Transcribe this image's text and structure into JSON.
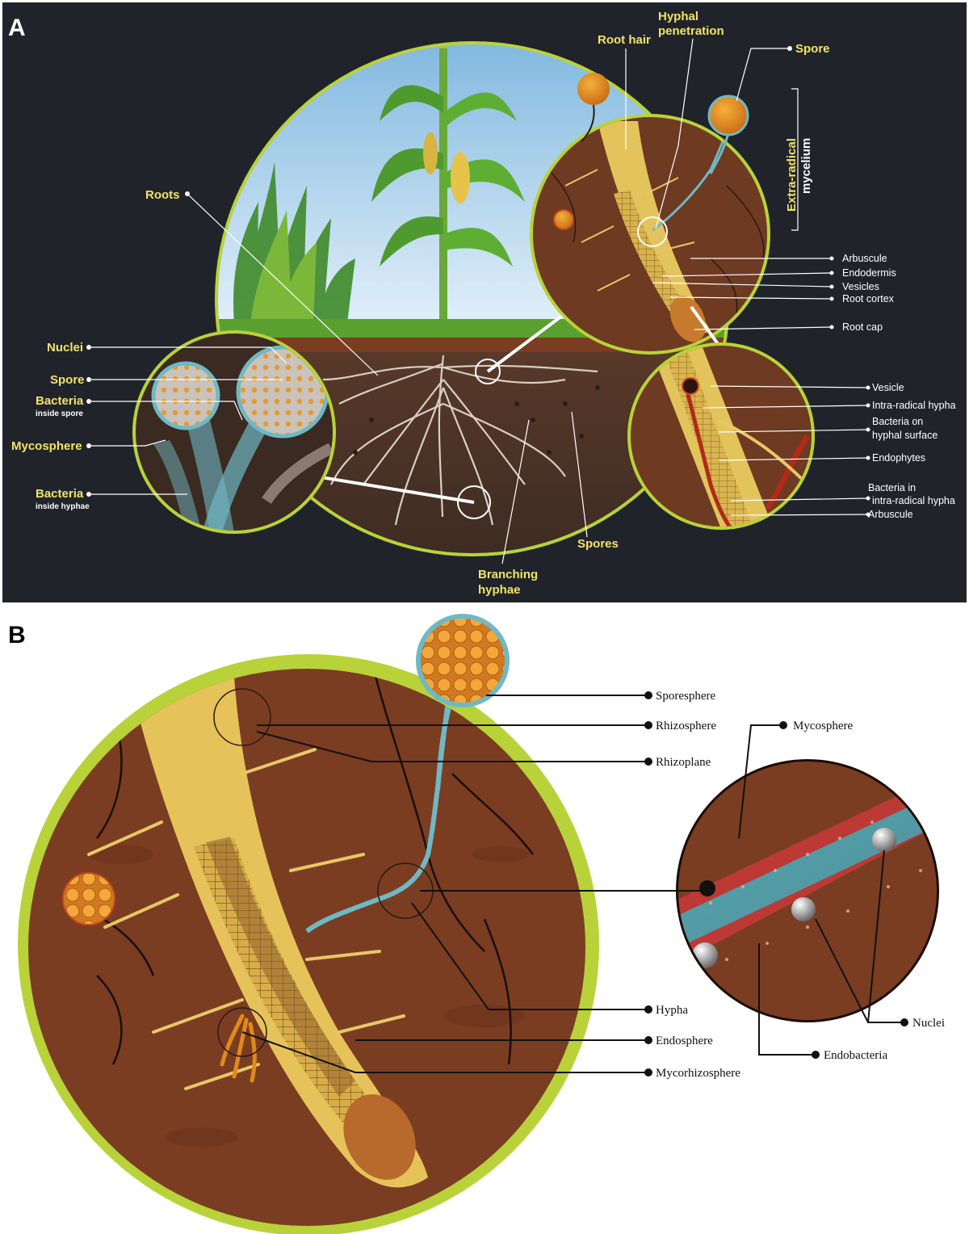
{
  "panels": {
    "a": "A",
    "b": "B"
  },
  "panelA": {
    "labels": {
      "root_hair": "Root hair",
      "hyphal_penetration_1": "Hyphal",
      "hyphal_penetration_2": "penetration",
      "spore_top": "Spore",
      "extra_radical": "Extra-radical",
      "mycelium": "mycelium",
      "roots": "Roots",
      "arbuscule_top": "Arbuscule",
      "endodermis": "Endodermis",
      "vesicles": "Vesicles",
      "root_cortex": "Root cortex",
      "root_cap": "Root cap",
      "nuclei": "Nuclei",
      "spore_left": "Spore",
      "bacteria_spore": "Bacteria",
      "inside_spore": "inside spore",
      "mycosphere": "Mycosphere",
      "bacteria_hyphae": "Bacteria",
      "inside_hyphae": "inside hyphae",
      "vesicle": "Vesicle",
      "intra_radical_hypha": "Intra-radical hypha",
      "bacteria_on_1": "Bacteria on",
      "bacteria_on_2": "hyphal surface",
      "endophytes": "Endophytes",
      "bacteria_in_1": "Bacteria in",
      "bacteria_in_2": "intra-radical hypha",
      "arbuscule_bottom": "Arbuscule",
      "spores": "Spores",
      "branching_1": "Branching",
      "branching_2": "hyphae"
    }
  },
  "panelB": {
    "labels": {
      "sporesphere": "Sporesphere",
      "rhizosphere": "Rhizosphere",
      "rhizoplane": "Rhizoplane",
      "mycosphere": "Mycosphere",
      "hypha": "Hypha",
      "endosphere": "Endosphere",
      "mycorhizosphere": "Mycorhizosphere",
      "nuclei": "Nuclei",
      "endobacteria": "Endobacteria"
    }
  },
  "colors": {
    "panelA_bg": "#20242a",
    "ring": "#b9d23a",
    "soil": "#7a3d22",
    "root": "#e8c766",
    "hypha": "#6fb8c4",
    "label_yellow": "#f2e36a"
  }
}
